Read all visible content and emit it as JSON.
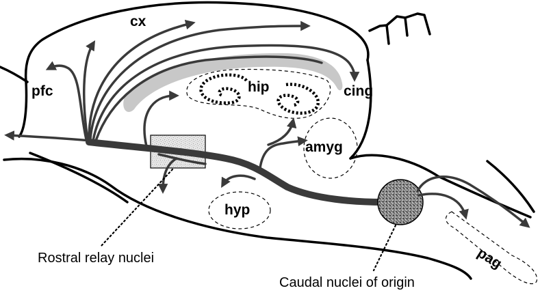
{
  "labels": {
    "cx": "cx",
    "pfc": "pfc",
    "hip": "hip",
    "cing": "cing",
    "amyg": "amyg",
    "hyp": "hyp",
    "pag": "pag"
  },
  "captions": {
    "rostral": "Rostral relay nuclei",
    "caudal": "Caudal nuclei of origin"
  }
}
